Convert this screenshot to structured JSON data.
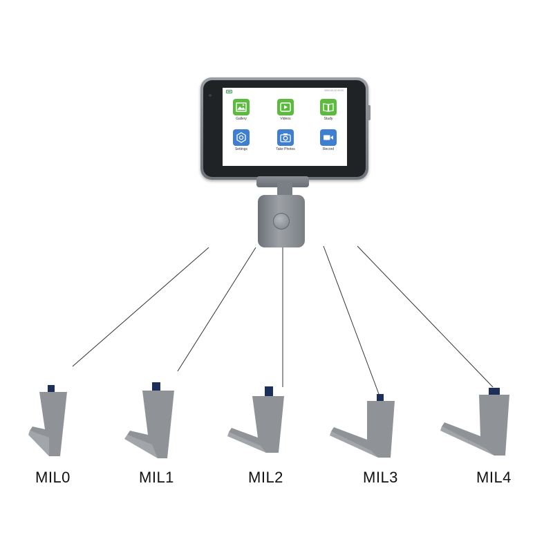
{
  "device": {
    "status_time": "0000-00-00 00:00",
    "apps": [
      {
        "label": "Gallery",
        "icon": "gallery-icon",
        "color": "#5cbb3e"
      },
      {
        "label": "Videos",
        "icon": "play-icon",
        "color": "#5cbb3e"
      },
      {
        "label": "Study",
        "icon": "book-icon",
        "color": "#5cbb3e"
      },
      {
        "label": "Settings",
        "icon": "settings-icon",
        "color": "#3f7fd0"
      },
      {
        "label": "Take Photos",
        "icon": "camera-icon",
        "color": "#3f7fd0"
      },
      {
        "label": "Record",
        "icon": "video-camera-icon",
        "color": "#3f7fd0"
      }
    ]
  },
  "blades": [
    {
      "label": "MIL0"
    },
    {
      "label": "MIL1"
    },
    {
      "label": "MIL2"
    },
    {
      "label": "MIL3"
    },
    {
      "label": "MIL4"
    }
  ],
  "colors": {
    "blade": "#8f9397",
    "cap": "#1c2e5a",
    "line": "#333333"
  }
}
